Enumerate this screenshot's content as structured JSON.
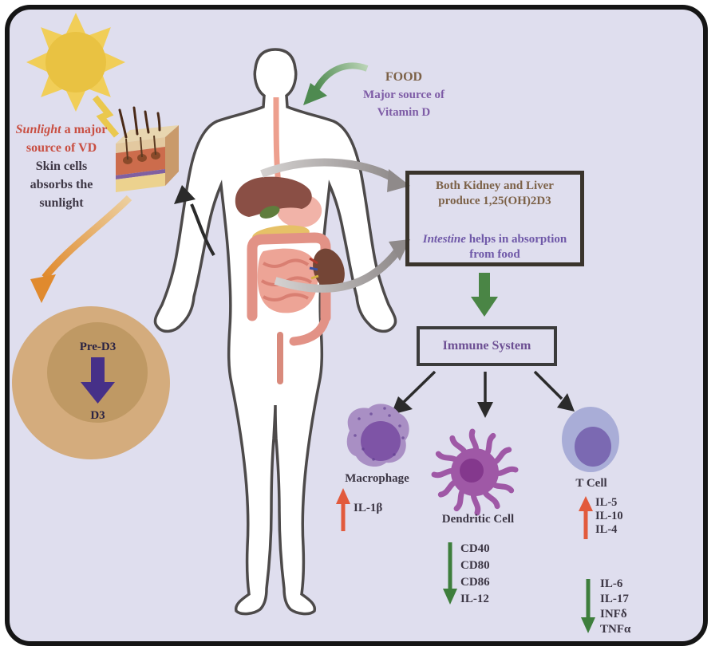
{
  "sun_text": {
    "line1_italic": "Sunlight",
    "line1_rest": " a major",
    "line2": "source of VD",
    "line3": "Skin cells",
    "line4": "absorbs the",
    "line5": "sunlight"
  },
  "food": {
    "title": "FOOD",
    "line1": "Major source of",
    "line2": "Vitamin D"
  },
  "skin_conversion": {
    "pre": "Pre-D3",
    "post": "D3"
  },
  "organ_box": {
    "line1": "Both Kidney and Liver",
    "line2": "produce 1,25(OH)2D3",
    "line3_italic": "Intestine",
    "line3_rest": " helps in absorption",
    "line4": "from food"
  },
  "immune": {
    "label": "Immune System"
  },
  "macrophage": {
    "label": "Macrophage",
    "cytokines_up": [
      "IL-1β"
    ]
  },
  "dendritic": {
    "label": "Dendritic Cell",
    "markers_down": [
      "CD40",
      "CD80",
      "CD86",
      "IL-12"
    ]
  },
  "tcell": {
    "label": "T Cell",
    "cytokines_up": [
      "IL-5",
      "IL-10",
      "IL-4"
    ],
    "cytokines_down": [
      "IL-6",
      "IL-17",
      "INFδ",
      "TNFα"
    ]
  },
  "colors": {
    "background": "#dfdeee",
    "frame": "#151515",
    "red_text": "#c94f42",
    "dark_text": "#3e3745",
    "brown_text": "#7c6147",
    "purple_text": "#7e5ca6",
    "green_arrow": "#4a8545",
    "red_arrow": "#e25a3c",
    "orange_arrow": "#e08a33",
    "sun": "#e9c242",
    "macrophage_body": "#a98fc4",
    "dendritic_body": "#9f58a6",
    "tcell_body": "#a9add7"
  }
}
